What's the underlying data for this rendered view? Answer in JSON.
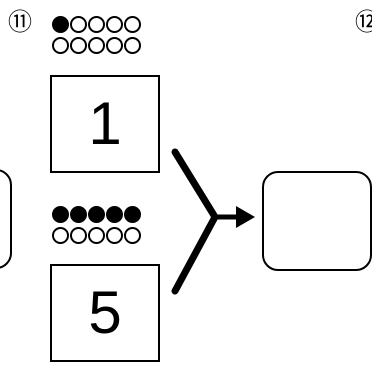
{
  "problem": {
    "number": "⑪",
    "next_number": "⑫"
  },
  "top_group": {
    "number": "1",
    "dots": [
      [
        true,
        false,
        false,
        false,
        false
      ],
      [
        false,
        false,
        false,
        false,
        false
      ]
    ]
  },
  "bottom_group": {
    "number": "5",
    "dots": [
      [
        true,
        true,
        true,
        true,
        true
      ],
      [
        false,
        false,
        false,
        false,
        false
      ]
    ]
  },
  "answer": ""
}
